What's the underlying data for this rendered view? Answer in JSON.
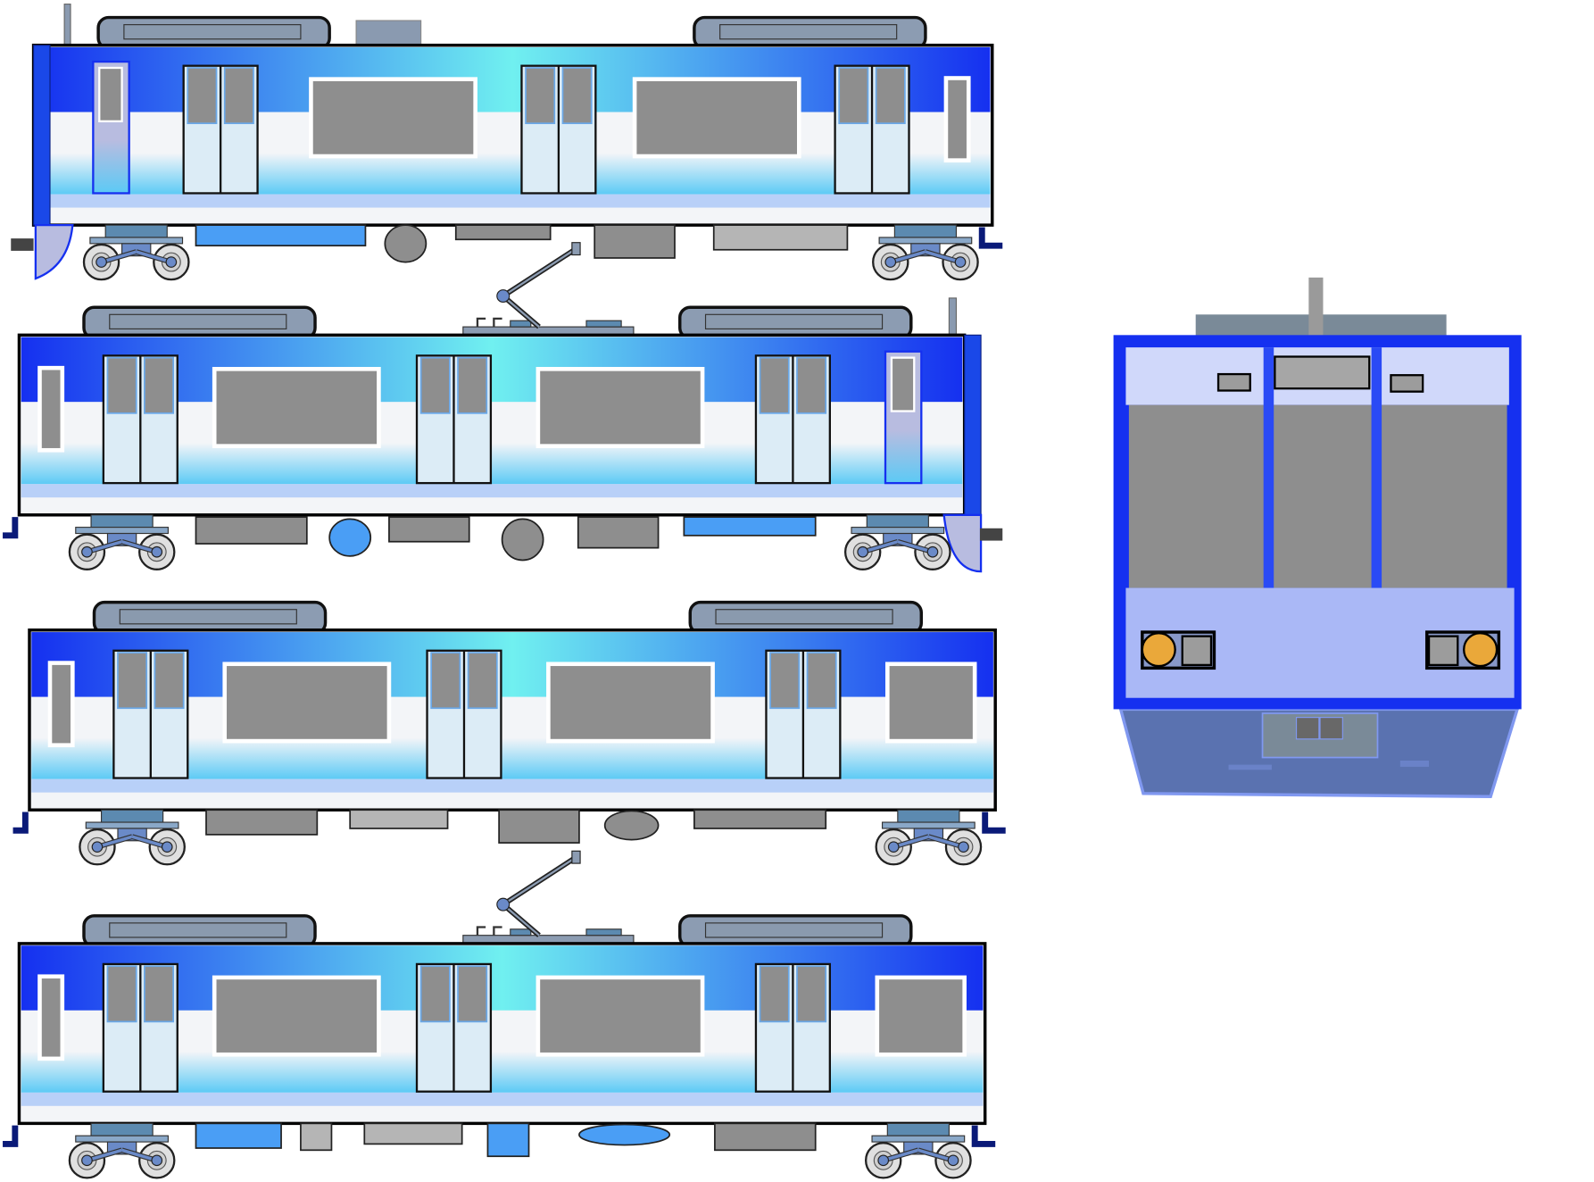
{
  "colors": {
    "body_blue": "#1530f0",
    "body_cyan": "#70f0f0",
    "window_gray": "#8e8e8e",
    "door_fill": "#dcecf6",
    "roof_gray": "#8c9cb2",
    "front_frame": "#1530f0",
    "front_lower": "#aab8f6",
    "front_upper": "#d0d8fa",
    "skirt": "#5a72b0",
    "headlight": "#eaa83a",
    "bogie": "#6a8ac8"
  },
  "cars": [
    {
      "name": "side-car-1",
      "cab": "left"
    },
    {
      "name": "side-car-2",
      "cab": "right",
      "pantograph": true
    },
    {
      "name": "side-car-3",
      "cab": "none"
    },
    {
      "name": "side-car-4",
      "cab": "none",
      "pantograph": true
    }
  ]
}
